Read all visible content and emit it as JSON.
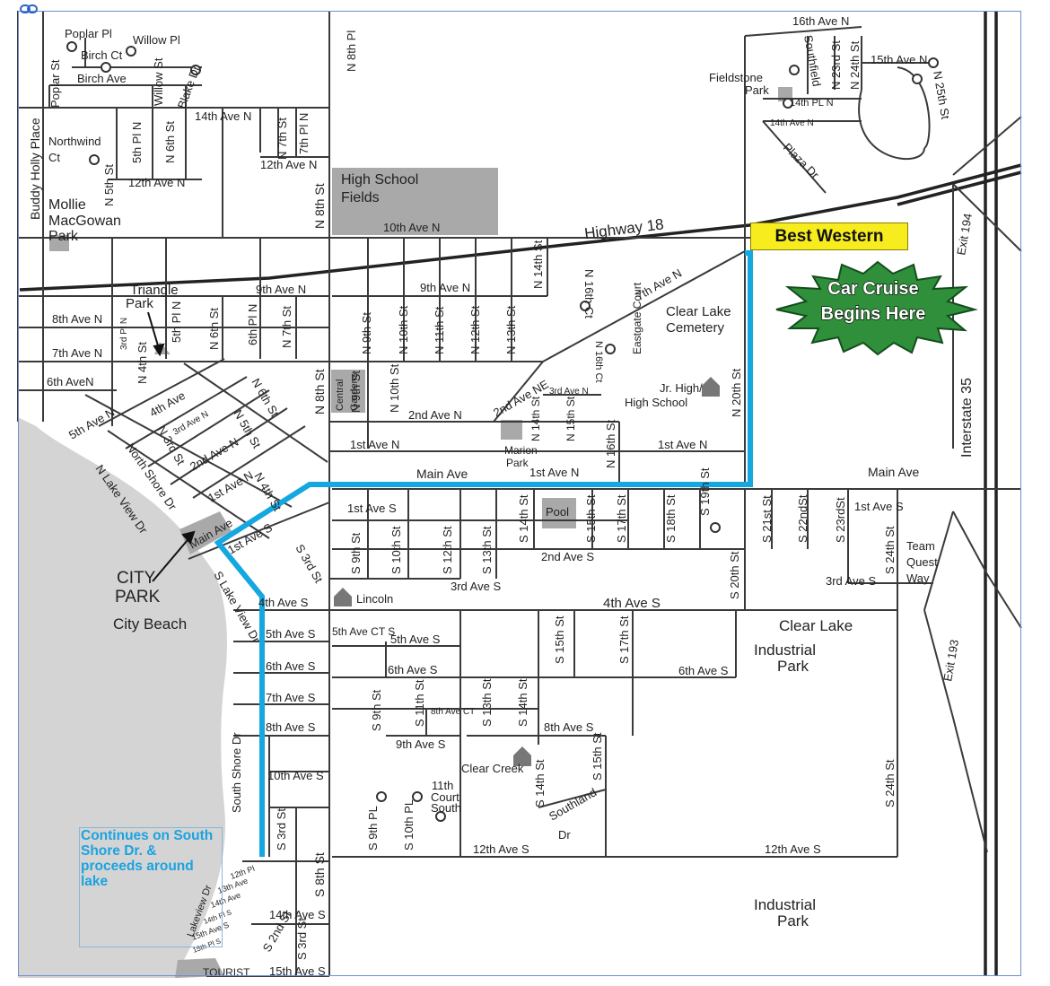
{
  "map": {
    "streets": {
      "poplar_pl": "Poplar Pl",
      "willow_pl": "Willow Pl",
      "birch_ct": "Birch Ct",
      "birch_ave": "Birch Ave",
      "poplar_st": "Poplar St",
      "willow_st": "Willow St",
      "blake_dr": "Blake Dr",
      "n8th_pl": "N 8th Pl",
      "buddy_holly": "Buddy Holly Place",
      "ave14n": "14th Ave N",
      "northwind": "Northwind",
      "northwind_ct": "Ct",
      "n5th_st": "N 5th St",
      "n5th_pl": "5th Pl N",
      "n6th_st": "N 6th St",
      "n7th_st": "N 7th St",
      "n7th_pl": "7th Pl N",
      "ave12n": "12th Ave N",
      "ave12n_b": "12th Ave N",
      "n8th_st": "N 8th St",
      "ave10n": "10th Ave N",
      "highway18": "Highway 18",
      "ave16n": "16th Ave N",
      "ave15n": "15th Ave N",
      "southfield": "Southfield",
      "n23rd": "N 23rd St",
      "n24th": "N 24th St",
      "n25th": "N 25th St",
      "pl14n": "14th PL N",
      "ave14n_e": "14th Ave N",
      "plaza_dr": "Plaza Dr",
      "ave9n_w": "9th Ave N",
      "ave9n": "9th Ave N",
      "ave8n": "8th Ave N",
      "ave7n": "7th Ave N",
      "ave6n": "6th AveN",
      "pl3rd": "3rd Pl N",
      "n4th_st": "N 4th St",
      "pl5th": "5th Pl N",
      "n6th_b": "N 6th St",
      "pl6th": "6th Pl N",
      "n7th_b": "N 7th St",
      "n8th_b": "N 8th St",
      "n9th": "N 9th St",
      "n10th": "N 10th St",
      "n11th": "N 11th St",
      "n12th": "N 12th St",
      "n13th": "N 13th St",
      "n14th": "N 14th St",
      "n16th_ct": "N 16th Ct",
      "ave7n_ne": "7th Ave N",
      "n16th_ct_b": "N 16th Ct",
      "eastgate": "Eastgate Court",
      "ave2n": "2nd Ave N",
      "ave2ne": "2nd Ave NE",
      "ave3n": "3rd Ave N",
      "n14th_b": "N 14th St",
      "n15th": "N 15th St",
      "n16th": "N 16th St",
      "n20th": "N 20th St",
      "ave1n": "1st Ave N",
      "ave1n_e": "1st Ave N",
      "ave1n_c": "1st Ave N",
      "n8th_c": "N 8th St",
      "n9th_b": "N 9th St",
      "n10th_b": "N 10th St",
      "ave5n": "5th Ave N",
      "ave4n": "4th Ave",
      "ave3n_w": "3rd Ave N",
      "n3rd_st": "N 3rd St",
      "n5th_b": "N 5th St",
      "n6th_st_c": "N 6th St",
      "ave2n_w": "2nd Ave N",
      "ave1n_w": "1st Ave N",
      "n4th_c": "N 4th St",
      "north_shore": "North Shore Dr",
      "n_lakeview": "N Lake View Dr",
      "main_ave": "Main Ave",
      "main_ave_c": "Main Ave",
      "main_ave_e": "Main Ave",
      "ave1s": "1st Ave S",
      "ave1s_e": "1st Ave S",
      "ave1s_w": "1st Ave S",
      "s3rd": "S 3rd St",
      "s_lakeview": "S Lake View Dr",
      "s9th": "S 9th St",
      "s10th": "S 10th St",
      "s12th": "S 12th St",
      "s13th": "S 13th St",
      "s14th": "S 14th St",
      "s15th": "S 15th St",
      "s17th": "S 17th St",
      "s18th": "S 18th St",
      "s19th": "S 19th St",
      "s20th": "S 20th St",
      "s21st": "S 21st St",
      "s22nd": "S 22ndSt",
      "s23rd": "S 23rdSt",
      "s24th": "S 24th St",
      "ave2s": "2nd Ave S",
      "ave3s": "3rd Ave S",
      "ave3s_e": "3rd Ave S",
      "ave4s": "4th Ave S",
      "ave4s_w": "4th Ave S",
      "ave5ct": "5th Ave CT S",
      "ave5s": "5th Ave S",
      "ave5s_w": "5th Ave S",
      "ave6s": "6th Ave S",
      "ave6s_w": "6th Ave S",
      "ave6s_e": "6th Ave S",
      "ave7s": "7th Ave S",
      "ave8s": "8th Ave S",
      "ave8s_w": "8th Ave S",
      "ave8ct": "8th Ave CT",
      "ave9s": "9th Ave S",
      "ave10s": "10th Ave S",
      "s9th_b": "S 9th St",
      "s11th": "S 11th St",
      "s13th_b": "S 13th St",
      "s14th_b": "S 14th St",
      "s15th_b": "S 15th St",
      "s17th_b": "S 17th St",
      "s9th_pl": "S 9th PL",
      "s10th_pl": "S 10th PL",
      "court11": "11th",
      "court11_b": "Court",
      "court11_c": "South",
      "s14th_c": "S 14th St",
      "s15th_c": "S 15th St",
      "southland": "Southland",
      "southland_b": "Dr",
      "ave12s": "12th Ave S",
      "ave12s_e": "12th Ave S",
      "s3rd_b": "S 3rd St",
      "s8th": "S 8th St",
      "s24th_b": "S 24th St",
      "south_shore": "South Shore Dr",
      "ave14s": "14th Ave S",
      "ave15s": "15th Ave S",
      "s2nd": "S 2nd St",
      "s3rd_c": "S 3rd St",
      "lakeview_dr": "Lakeview Dr",
      "pl12": "12th Pl",
      "ave13s": "13th Ave",
      "ave14s_b": "14th Ave",
      "pl14s": "14th Pl S",
      "ave15s_b": "15th Ave S",
      "pl15th": "15th Pl S",
      "tourist": "TOURIST",
      "team_quest": "Team",
      "team_quest_b": "Quest",
      "team_quest_c": "Way",
      "interstate35": "Interstate 35",
      "exit194": "Exit 194",
      "exit193": "Exit 193",
      "s2nd_b": "S 2nd St",
      "s_lakeview_b": "Dr"
    },
    "places": {
      "mollie_1": "Mollie",
      "mollie_2": "MacGowan",
      "mollie_3": "Park",
      "hs_fields_1": "High School",
      "hs_fields_2": "Fields",
      "fieldstone_1": "Fieldstone",
      "fieldstone_2": "Park",
      "triangle_1": "Triangle",
      "triangle_2": "Park",
      "cemetery_1": "Clear Lake",
      "cemetery_2": "Cemetery",
      "jrhigh_1": "Jr. High/",
      "jrhigh_2": "High School",
      "central_1": "Central",
      "central_2": "Gardens",
      "marion_1": "Marion",
      "marion_2": "Park",
      "pool": "Pool",
      "lincoln": "Lincoln",
      "city_park_1": "CITY",
      "city_park_2": "PARK",
      "city_beach": "City Beach",
      "industrial_1": "Clear Lake",
      "industrial_2": "Industrial",
      "industrial_3": "Park",
      "industrial_b1": "Industrial",
      "industrial_b2": "Park",
      "clear_creek": "Clear Creek"
    },
    "callouts": {
      "best_western": "Best Western",
      "car_cruise_1": "Car Cruise",
      "car_cruise_2": "Begins Here",
      "continues": "Continues on South Shore Dr. & proceeds around lake"
    },
    "colors": {
      "route": "#14a7e0",
      "starburst": "#2f8f3a",
      "label_box": "#f7ec1e"
    }
  }
}
